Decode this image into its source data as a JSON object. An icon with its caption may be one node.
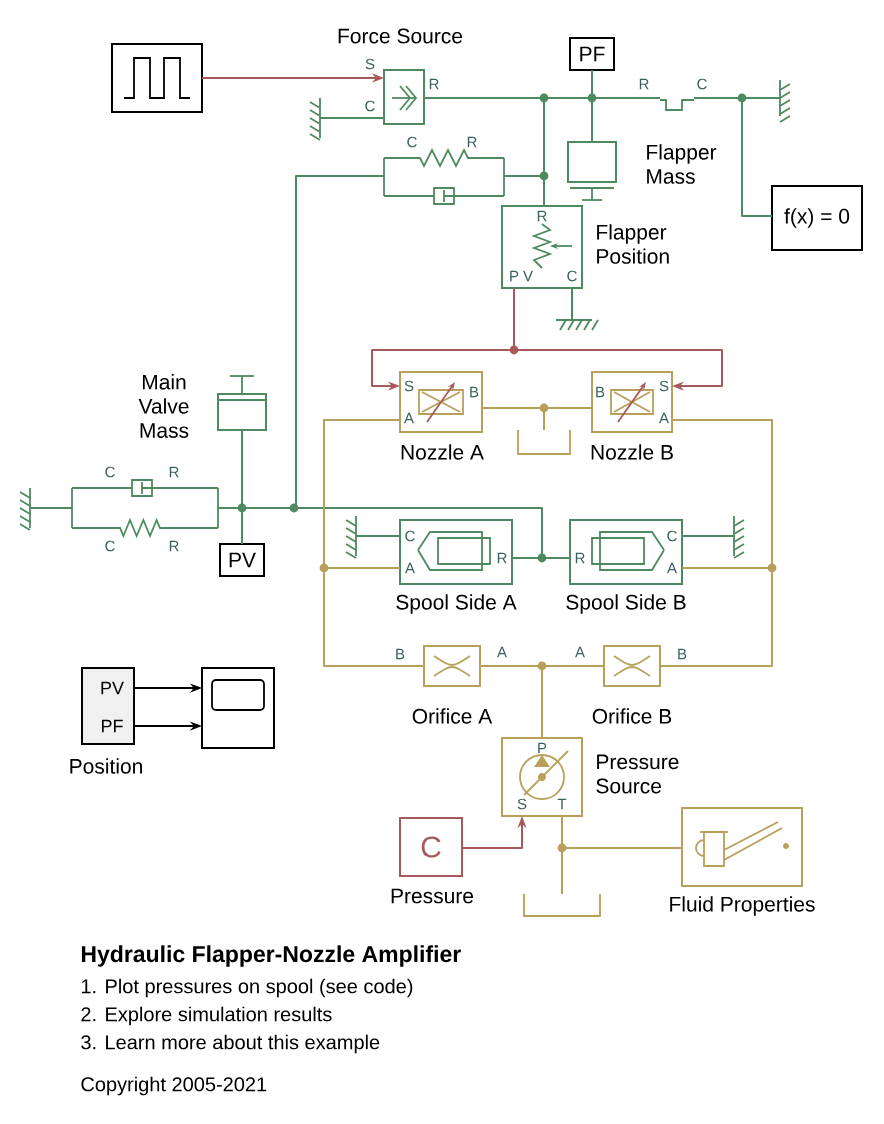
{
  "diagram": {
    "title": "Hydraulic Flapper-Nozzle Amplifier",
    "nodes": [
      {
        "text": [],
        "shape": "box"
      },
      {
        "text": [
          "Force Source",
          "S",
          "C",
          "R"
        ]
      },
      {
        "text": [],
        "shape": "ground"
      },
      {
        "text": [
          "PF"
        ]
      },
      {
        "text": [
          "R",
          "C"
        ]
      },
      {
        "text": [],
        "shape": "ground"
      },
      {
        "text": [
          "Flapper Mass"
        ]
      },
      {
        "text": [
          "f(x) = 0"
        ]
      },
      {
        "text": [
          "C",
          "R"
        ]
      },
      {
        "text": [
          "R",
          "P",
          "V",
          "C",
          "Flapper Position"
        ]
      },
      {
        "text": [],
        "shape": "ground"
      },
      {
        "text": [
          "Main Valve Mass"
        ]
      },
      {
        "text": [],
        "shape": "ground"
      },
      {
        "text": [
          "C",
          "R",
          "C",
          "R"
        ]
      },
      {
        "text": [
          "PV"
        ]
      },
      {
        "text": [
          "S",
          "A",
          "B",
          "Nozzle A"
        ]
      },
      {
        "text": [
          "B",
          "S",
          "A",
          "Nozzle B"
        ]
      },
      {
        "text": [],
        "shape": "tank"
      },
      {
        "text": [],
        "shape": "ground"
      },
      {
        "text": [
          "C",
          "A",
          "R",
          "Spool Side A"
        ]
      },
      {
        "text": [
          "R",
          "C",
          "A",
          "Spool Side B"
        ]
      },
      {
        "text": [],
        "shape": "ground"
      },
      {
        "text": [
          "Orifice A"
        ],
        "beside": [
          "B",
          "A"
        ]
      },
      {
        "text": [
          "Orifice B"
        ],
        "beside": [
          "A",
          "B"
        ]
      },
      {
        "text": [
          "P",
          "S",
          "T",
          "Pressure Source"
        ]
      },
      {
        "text": [
          "C",
          "Pressure"
        ]
      },
      {
        "text": [],
        "shape": "tank"
      },
      {
        "text": [
          "Fluid Properties"
        ]
      },
      {
        "text": [
          "PV",
          "PF",
          "Position"
        ]
      },
      {
        "text": [],
        "shape": "box"
      }
    ],
    "edges": [
      {
        "from": 0,
        "to": 1,
        "arrow": "to",
        "color": "#a85a5a"
      },
      {
        "from": 1,
        "to": 2,
        "arrow": "none"
      },
      {
        "from": 1,
        "to": 4,
        "arrow": "none"
      },
      {
        "from": 3,
        "to": 6,
        "arrow": "none"
      },
      {
        "from": 4,
        "to": 5,
        "arrow": "none"
      },
      {
        "from": 4,
        "to": 7,
        "arrow": "none"
      },
      {
        "from": 1,
        "to": 9,
        "arrow": "none"
      },
      {
        "from": 8,
        "to": 9,
        "arrow": "none"
      },
      {
        "from": 8,
        "to": 11,
        "arrow": "none"
      },
      {
        "from": 12,
        "to": 13,
        "arrow": "none"
      },
      {
        "from": 13,
        "to": 11,
        "arrow": "none"
      },
      {
        "from": 11,
        "to": 14,
        "arrow": "none"
      },
      {
        "from": 11,
        "to": 19,
        "arrow": "none"
      },
      {
        "from": 19,
        "to": 20,
        "arrow": "none"
      },
      {
        "from": 9,
        "to": 15,
        "arrow": "to",
        "color": "#a85a5a"
      },
      {
        "from": 9,
        "to": 16,
        "arrow": "to",
        "color": "#a85a5a"
      },
      {
        "from": 15,
        "to": 16,
        "arrow": "none",
        "color": "#b8a05a"
      },
      {
        "from": 15,
        "to": 17,
        "arrow": "none",
        "color": "#b8a05a"
      },
      {
        "from": 15,
        "to": 19,
        "arrow": "none",
        "color": "#b8a05a"
      },
      {
        "from": 15,
        "to": 22,
        "arrow": "none",
        "color": "#b8a05a"
      },
      {
        "from": 16,
        "to": 20,
        "arrow": "none",
        "color": "#b8a05a"
      },
      {
        "from": 16,
        "to": 23,
        "arrow": "none",
        "color": "#b8a05a"
      },
      {
        "from": 18,
        "to": 19,
        "arrow": "none"
      },
      {
        "from": 20,
        "to": 21,
        "arrow": "none"
      },
      {
        "from": 22,
        "to": 23,
        "arrow": "none",
        "color": "#b8a05a"
      },
      {
        "from": 22,
        "to": 24,
        "arrow": "none",
        "color": "#b8a05a"
      },
      {
        "from": 10,
        "to": 9,
        "arrow": "none"
      },
      {
        "from": 25,
        "to": 24,
        "arrow": "to",
        "color": "#a85a5a"
      },
      {
        "from": 24,
        "to": 27,
        "arrow": "none",
        "color": "#b8a05a"
      },
      {
        "from": 24,
        "to": 26,
        "arrow": "none",
        "color": "#b8a05a"
      },
      {
        "from": 28,
        "to": 29,
        "arrow": "to",
        "color": "#000000"
      },
      {
        "from": 28,
        "to": 29,
        "arrow": "to",
        "color": "#000000"
      }
    ],
    "labels": [
      "1. Plot pressures on spool (see code)",
      "2. Explore simulation results",
      "3. Learn more about this example",
      "Copyright 2005-2021"
    ]
  }
}
